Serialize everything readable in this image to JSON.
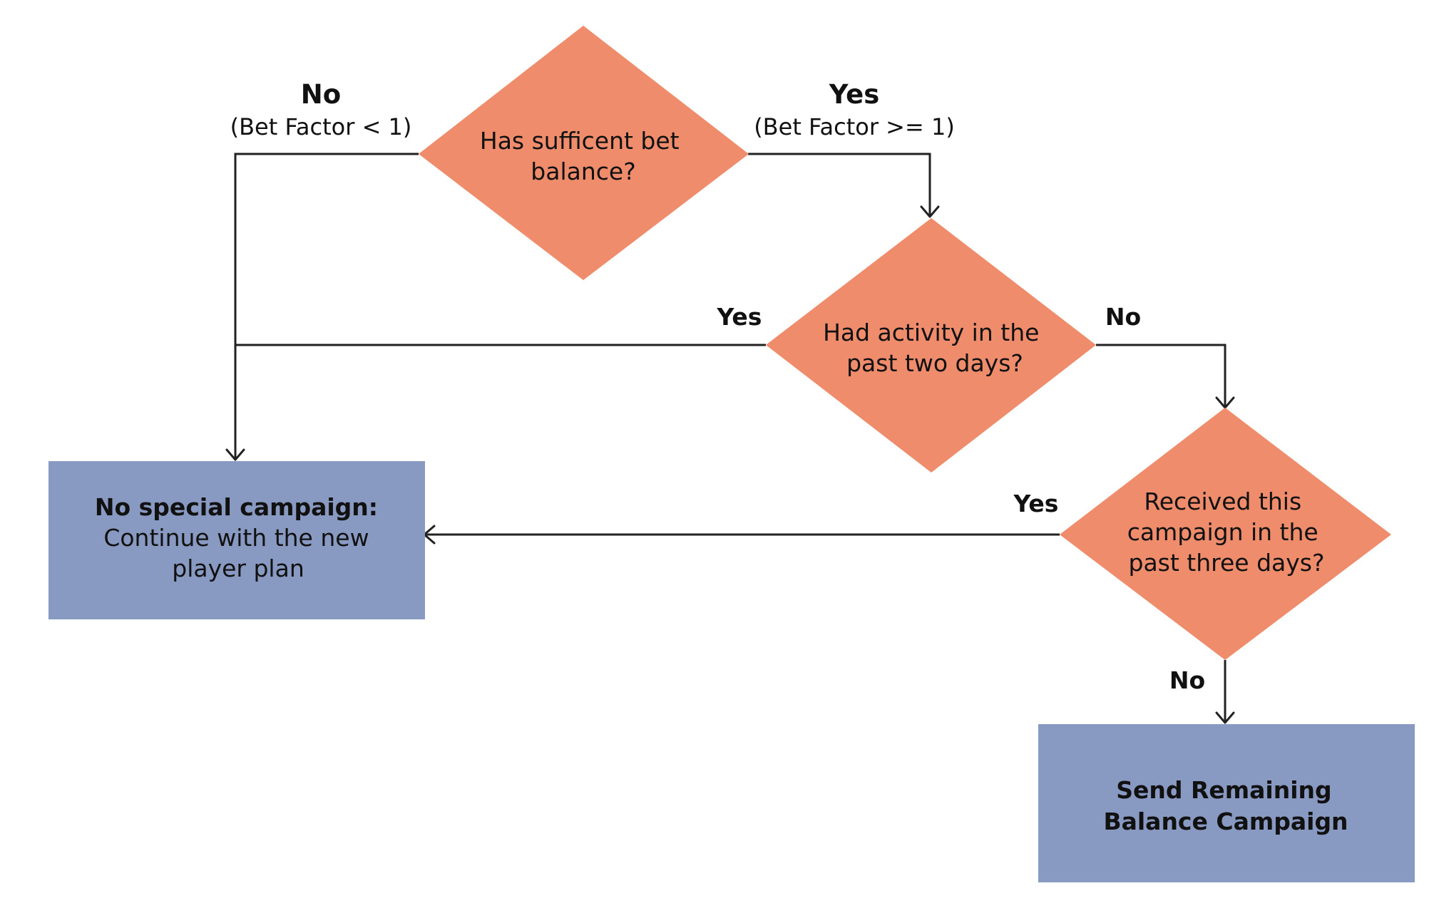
{
  "colors": {
    "decision_fill": "#ef8c6b",
    "terminal_fill": "#8899c2",
    "line": "#222222",
    "text": "#111111"
  },
  "decisions": [
    {
      "id": "d1",
      "lines": [
        "Has sufficent bet",
        "balance?"
      ]
    },
    {
      "id": "d2",
      "lines": [
        "Had activity in the",
        "past two days?"
      ]
    },
    {
      "id": "d3",
      "lines": [
        "Received this",
        "campaign in the",
        "past three days?"
      ]
    }
  ],
  "terminals": [
    {
      "id": "t1",
      "title": "No special campaign:",
      "lines": [
        "Continue with the new",
        "player plan"
      ]
    },
    {
      "id": "t2",
      "title_lines": [
        "Send Remaining",
        "Balance Campaign"
      ]
    }
  ],
  "edge_labels": {
    "d1_no": "No",
    "d1_no_condition": "(Bet Factor < 1)",
    "d1_yes": "Yes",
    "d1_yes_condition": "(Bet Factor >= 1)",
    "d2_yes": "Yes",
    "d2_no": "No",
    "d3_yes": "Yes",
    "d3_no": "No"
  }
}
